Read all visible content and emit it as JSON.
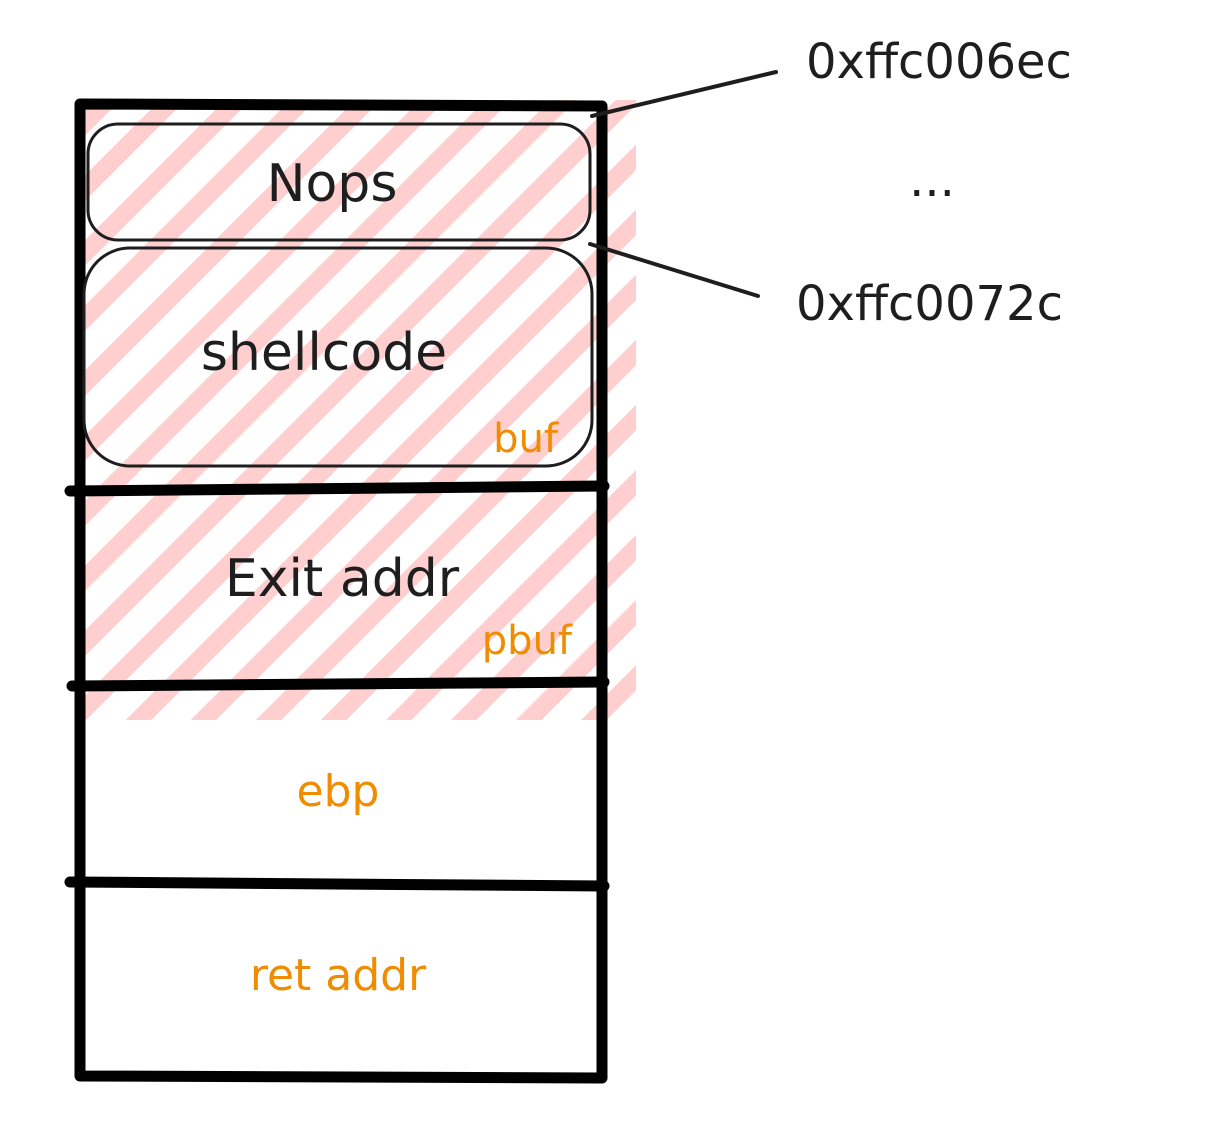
{
  "blocks": {
    "nops": "Nops",
    "shellcode": "shellcode",
    "buf_tag": "buf",
    "exit_addr": "Exit addr",
    "pbuf_tag": "pbuf",
    "ebp": "ebp",
    "ret_addr": "ret addr"
  },
  "addresses": {
    "top": "0xffc006ec",
    "ellipsis": "...",
    "bottom": "0xffc0072c"
  },
  "colors": {
    "stroke": "#1e1e1e",
    "hatch": "#ffc9c9",
    "accent": "#f08c00"
  }
}
